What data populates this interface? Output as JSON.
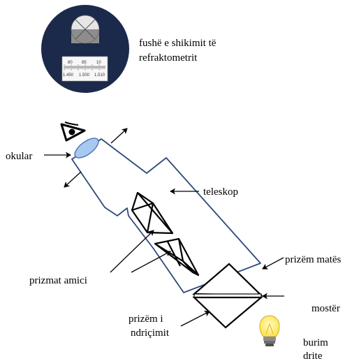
{
  "field_of_view": {
    "caption_line1": "fushë e shikimit të",
    "caption_line2": "refraktometrit",
    "scale_top": [
      "80",
      "85",
      "10"
    ],
    "scale_bottom": [
      "1.450",
      "1.500",
      "1.510"
    ]
  },
  "labels": {
    "eyepiece": "okular",
    "telescope": "teleskop",
    "amici_prisms": "prizmat amici",
    "measuring_prism": "prizëm matës",
    "sample": "mostër",
    "illuminating_prism_line1": "prizëm i",
    "illuminating_prism_line2": "ndriçimit",
    "light_source_line1": "burim",
    "light_source_line2": "drite"
  },
  "icons": [
    "eye-icon",
    "light-bulb-icon"
  ],
  "colors": {
    "dark_circle": "#1b2a4a",
    "telescope_outline": "#2e4a7a",
    "lens_fill": "#a8c8ef",
    "bulb": "#fff27a"
  }
}
